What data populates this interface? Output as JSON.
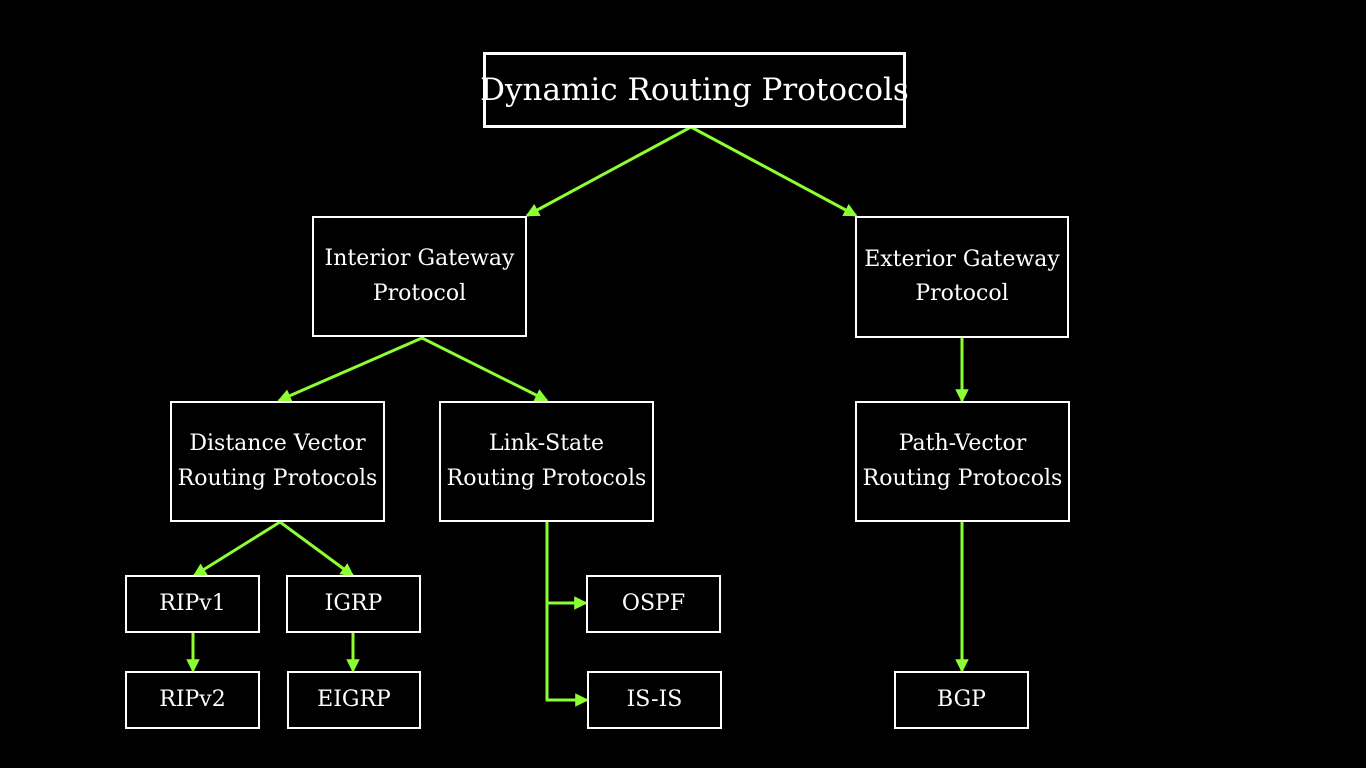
{
  "colors": {
    "background": "#000000",
    "box_border": "#ffffff",
    "text": "#ffffff",
    "connector": "#8cff33"
  },
  "nodes": {
    "root": {
      "lines": [
        "Dynamic Routing Protocols"
      ]
    },
    "igp": {
      "lines": [
        "Interior Gateway",
        "Protocol"
      ]
    },
    "egp": {
      "lines": [
        "Exterior Gateway",
        "Protocol"
      ]
    },
    "distance_vector": {
      "lines": [
        "Distance Vector",
        "Routing Protocols"
      ]
    },
    "link_state": {
      "lines": [
        "Link-State",
        "Routing Protocols"
      ]
    },
    "path_vector": {
      "lines": [
        "Path-Vector",
        "Routing Protocols"
      ]
    },
    "ripv1": {
      "lines": [
        "RIPv1"
      ]
    },
    "igrp": {
      "lines": [
        "IGRP"
      ]
    },
    "ripv2": {
      "lines": [
        "RIPv2"
      ]
    },
    "eigrp": {
      "lines": [
        "EIGRP"
      ]
    },
    "ospf": {
      "lines": [
        "OSPF"
      ]
    },
    "isis": {
      "lines": [
        "IS-IS"
      ]
    },
    "bgp": {
      "lines": [
        "BGP"
      ]
    }
  }
}
